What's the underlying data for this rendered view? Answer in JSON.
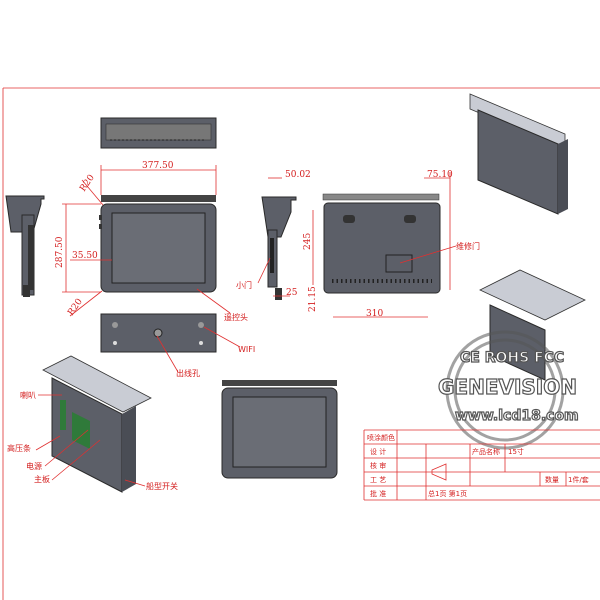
{
  "dimensions": {
    "front_width": "377.50",
    "front_height": "287.50",
    "bezel_offset": "35.50",
    "corner_radius_top": "R20",
    "corner_radius_bottom": "R20",
    "side_depth": "50.02",
    "side_bottom": "25",
    "back_offset": "75.10",
    "back_height": "245",
    "back_bottom": "21.15",
    "back_width": "310"
  },
  "callouts": {
    "remote_receiver": "遥控头",
    "wifi": "WIFI",
    "cable_hole": "出线孔",
    "small_door": "小门",
    "service_door": "维修门",
    "speaker": "喇叭",
    "hv_strip": "高压条",
    "power": "电源",
    "mainboard": "主板",
    "rocker_switch": "船型开关"
  },
  "title_block": {
    "paint_color": "喷涂颜色",
    "design": "设 计",
    "review": "核 审",
    "process": "工 艺",
    "approve": "批 准",
    "pages": "总1页 第1页",
    "product_name_label": "产品名称",
    "product_name": "15寸",
    "quantity_label": "数量",
    "quantity": "1件/套"
  },
  "watermark": {
    "certs": "CE ROHS FCC",
    "brand": "GENEVISION",
    "url": "www.lcd18.com"
  }
}
